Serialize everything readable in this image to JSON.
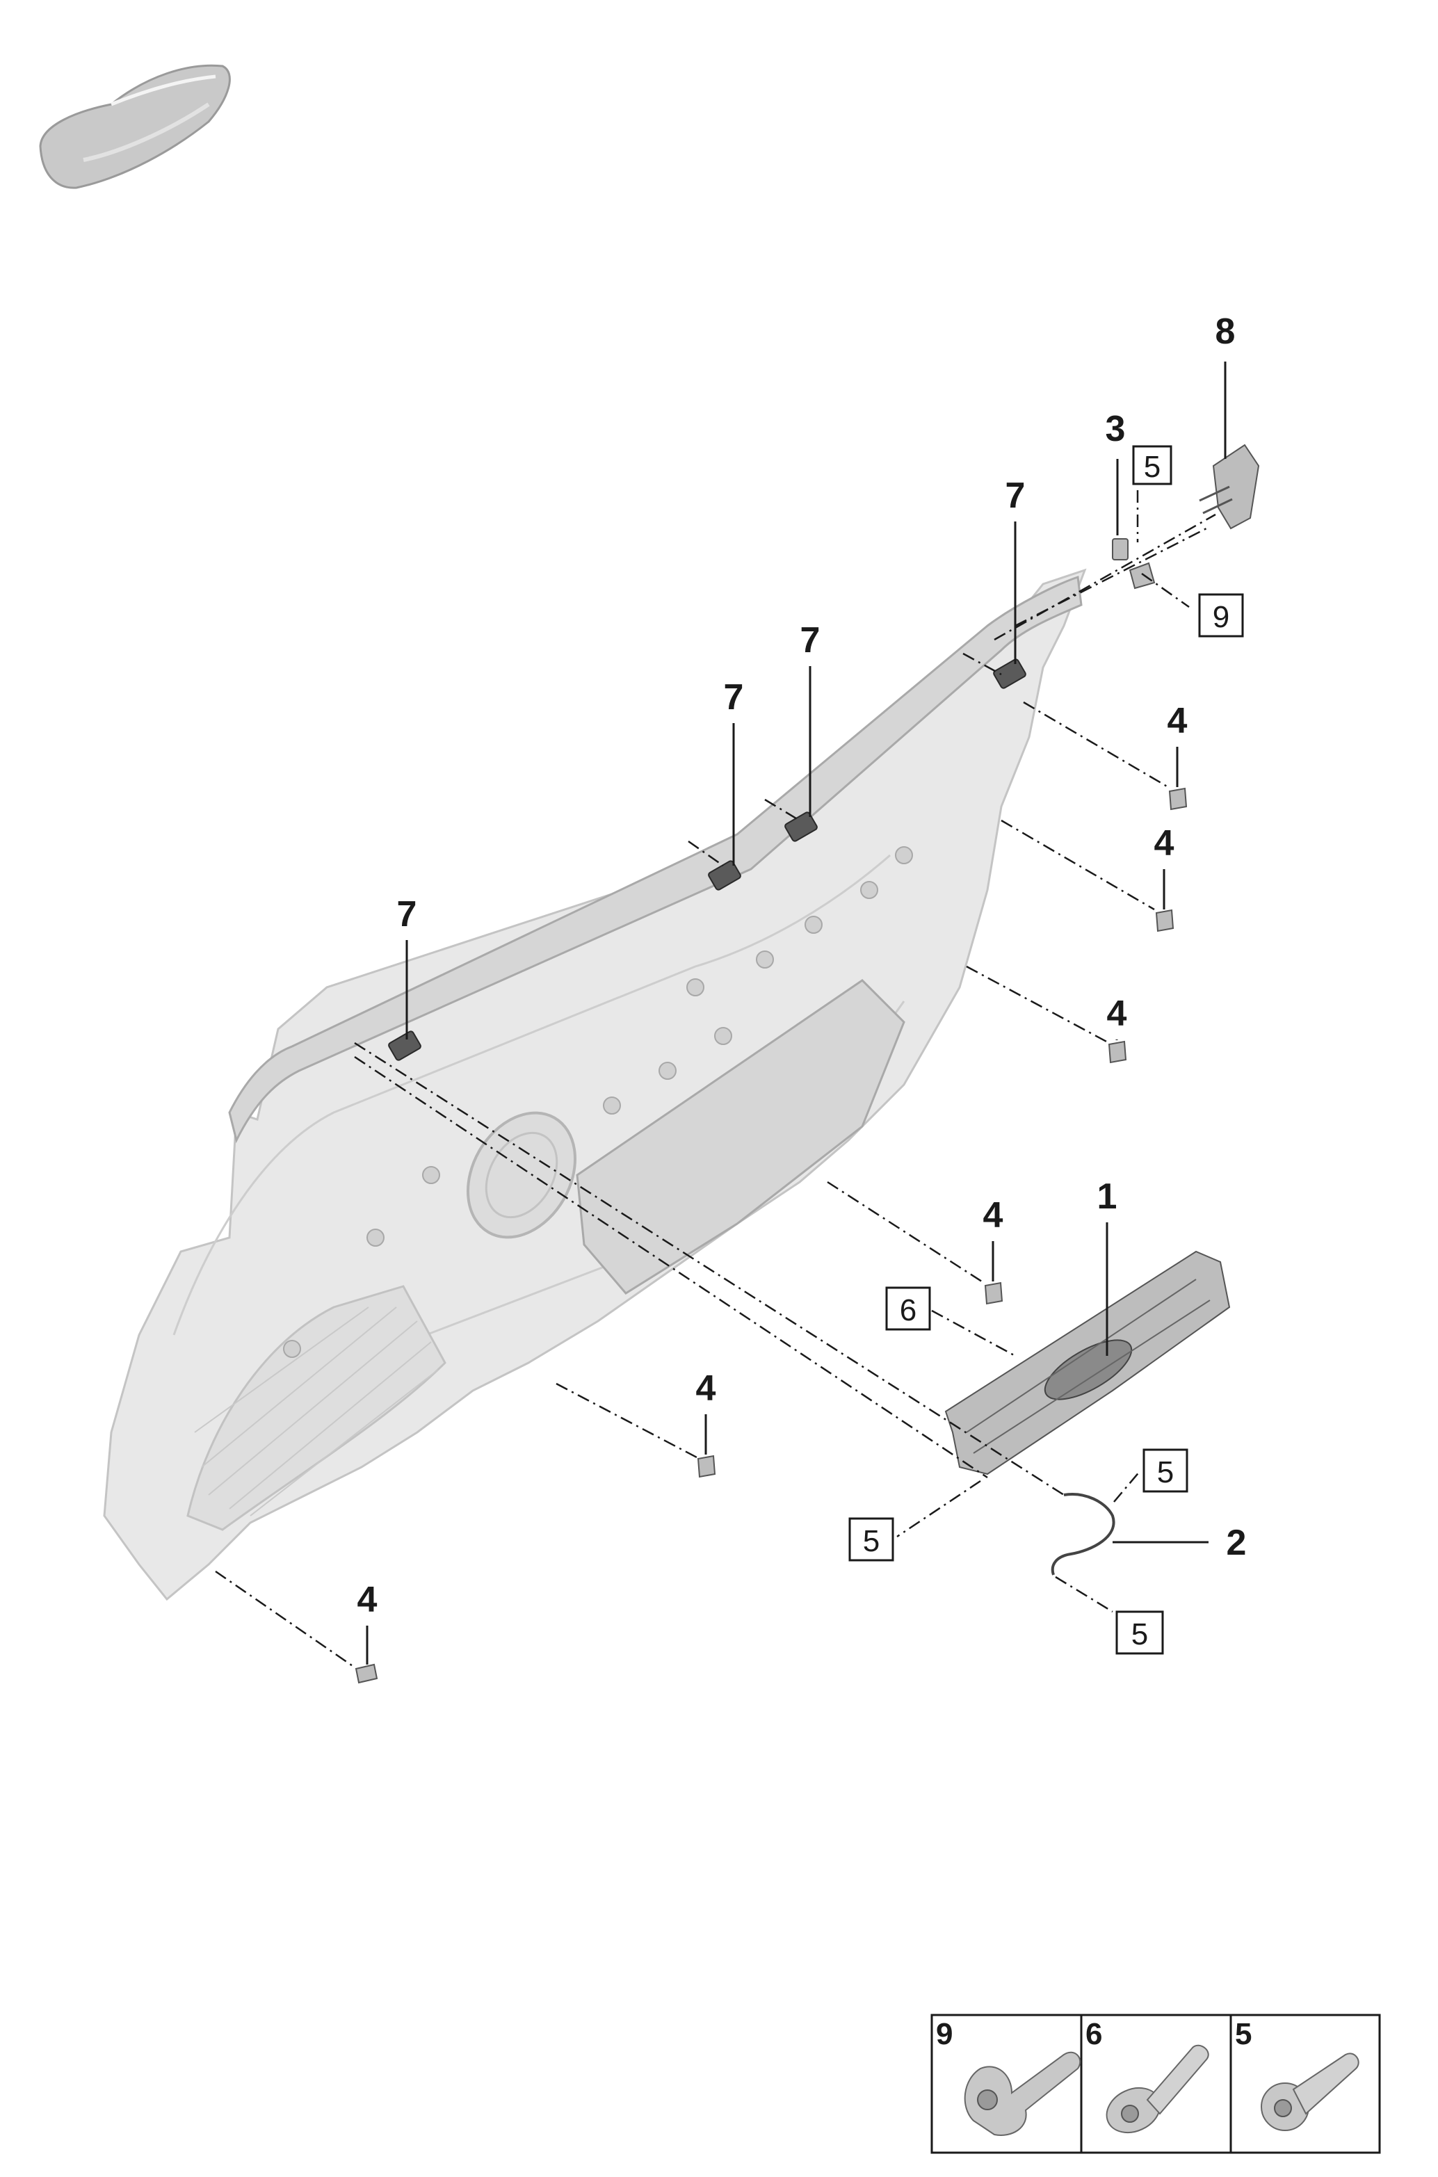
{
  "diagram": {
    "callouts": [
      {
        "id": "c8",
        "label": "8",
        "boxed": false
      },
      {
        "id": "c3",
        "label": "3",
        "boxed": false
      },
      {
        "id": "c5a",
        "label": "5",
        "boxed": true
      },
      {
        "id": "c9",
        "label": "9",
        "boxed": true
      },
      {
        "id": "c7a",
        "label": "7",
        "boxed": false
      },
      {
        "id": "c7b",
        "label": "7",
        "boxed": false
      },
      {
        "id": "c7c",
        "label": "7",
        "boxed": false
      },
      {
        "id": "c7d",
        "label": "7",
        "boxed": false
      },
      {
        "id": "c4a",
        "label": "4",
        "boxed": false
      },
      {
        "id": "c4b",
        "label": "4",
        "boxed": false
      },
      {
        "id": "c4c",
        "label": "4",
        "boxed": false
      },
      {
        "id": "c4d",
        "label": "4",
        "boxed": false
      },
      {
        "id": "c4e",
        "label": "4",
        "boxed": false
      },
      {
        "id": "c4f",
        "label": "4",
        "boxed": false
      },
      {
        "id": "c1",
        "label": "1",
        "boxed": false
      },
      {
        "id": "c6",
        "label": "6",
        "boxed": true
      },
      {
        "id": "c5b",
        "label": "5",
        "boxed": true
      },
      {
        "id": "c5c",
        "label": "5",
        "boxed": true
      },
      {
        "id": "c2",
        "label": "2",
        "boxed": false
      },
      {
        "id": "c5d",
        "label": "5",
        "boxed": true
      }
    ],
    "legend": [
      {
        "label": "9",
        "icon": "flange-bolt-icon"
      },
      {
        "label": "6",
        "icon": "washer-bolt-icon"
      },
      {
        "label": "5",
        "icon": "torx-screw-icon"
      }
    ],
    "colors": {
      "line": "#1a1a1a",
      "part_fill": "#e8e8e8",
      "part_stroke": "#c4c4c4",
      "clip": "#5a5a5a"
    }
  }
}
